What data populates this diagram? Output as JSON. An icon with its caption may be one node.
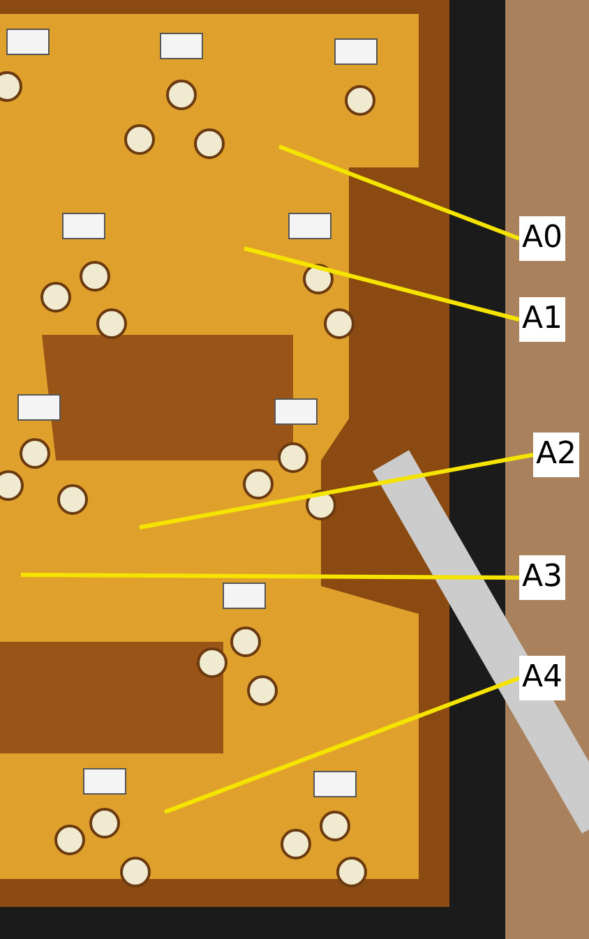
{
  "diagram": {
    "nodes": [
      {
        "text": [
          "A0"
        ]
      },
      {
        "text": [
          "A1"
        ]
      },
      {
        "text": [
          "A2"
        ]
      },
      {
        "text": [
          "A3"
        ]
      },
      {
        "text": [
          "A4"
        ]
      }
    ],
    "edges": [
      {
        "from": 0,
        "to": null,
        "arrow": "none"
      },
      {
        "from": 1,
        "to": null,
        "arrow": "none"
      },
      {
        "from": 2,
        "to": null,
        "arrow": "none"
      },
      {
        "from": 3,
        "to": null,
        "arrow": "none"
      },
      {
        "from": 4,
        "to": null,
        "arrow": "none"
      }
    ]
  }
}
